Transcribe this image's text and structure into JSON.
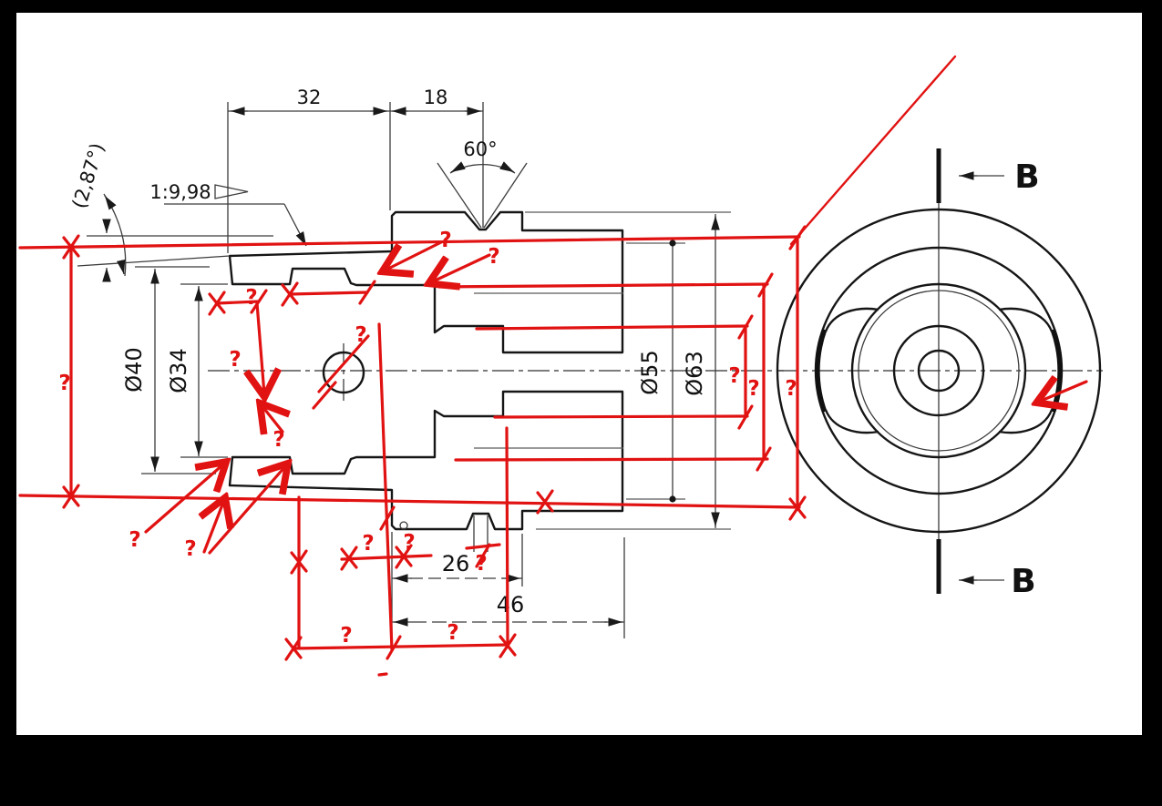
{
  "drawing": {
    "title": "tool-holder shank section drawing with review markup",
    "view_type": "section and end view",
    "line_color": "#161616",
    "annotation_color": "#e11212"
  },
  "labels": {
    "d32": "32",
    "d18": "18",
    "a60": "60°",
    "taper": "1:9,98",
    "taperAngle": "(2,87°)",
    "dia40": "Ø40",
    "dia34": "Ø34",
    "dia55": "Ø55",
    "dia63": "Ø63",
    "d26": "26",
    "d46": "46",
    "section": "B"
  },
  "ann": {
    "q": "?",
    "question_mark_count": 17
  }
}
